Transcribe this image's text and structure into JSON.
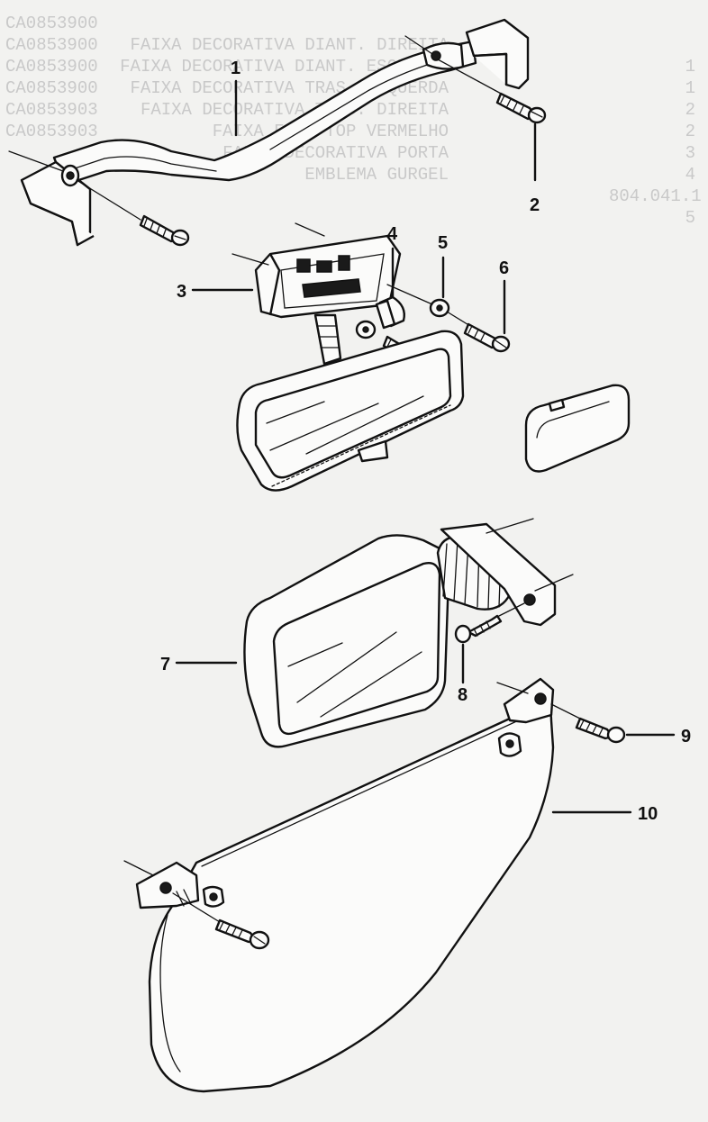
{
  "background_bleed_rows": [
    {
      "code": "CA0853900",
      "desc": "FAIXA DECORATIVA DIANT. DIREITA",
      "item": "1",
      "ref": ""
    },
    {
      "code": "CA0853900",
      "desc": "FAIXA DECORATIVA DIANT. ESQUERDA",
      "item": "1",
      "ref": ""
    },
    {
      "code": "CA0853900",
      "desc": "FAIXA DECORATIVA TRAS. ESQUERDA",
      "item": "2",
      "ref": ""
    },
    {
      "code": "CA0853900",
      "desc": "FAIXA DECORATIVA TRAS. DIREITA",
      "item": "2",
      "ref": ""
    },
    {
      "code": "CA0853903",
      "desc": "FAIXA FLAT TOP VERMELHO",
      "item": "3",
      "ref": ""
    },
    {
      "code": "CA0853903",
      "desc": "FAIXA DECORATIVA PORTA",
      "item": "4",
      "ref": ""
    },
    {
      "code": "",
      "desc": "EMBLEMA GURGEL",
      "item": "5",
      "ref": "804.041.1"
    }
  ],
  "callouts": [
    {
      "id": "1",
      "label": "1"
    },
    {
      "id": "2",
      "label": "2"
    },
    {
      "id": "3",
      "label": "3"
    },
    {
      "id": "4",
      "label": "4"
    },
    {
      "id": "5",
      "label": "5"
    },
    {
      "id": "6",
      "label": "6"
    },
    {
      "id": "7",
      "label": "7"
    },
    {
      "id": "8",
      "label": "8"
    },
    {
      "id": "9",
      "label": "9"
    },
    {
      "id": "10",
      "label": "10"
    }
  ]
}
